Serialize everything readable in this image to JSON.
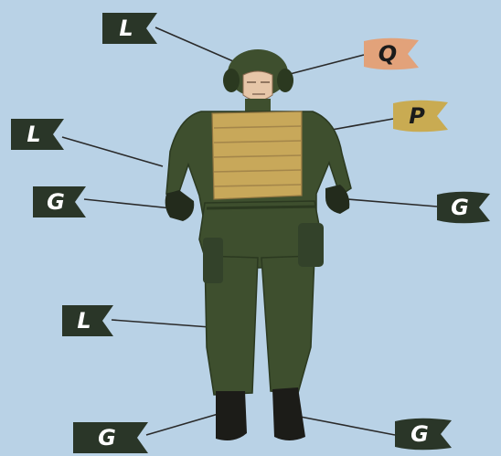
{
  "colors": {
    "background": "#b9d2e6",
    "uniform": "#3e4f2e",
    "uniform_shadow": "#2b3920",
    "vest": "#c8a85a",
    "vest_line": "#a4864a",
    "flag_dark": "#2a3628",
    "flag_Q": "#e2a27a",
    "flag_P": "#c9ab52",
    "leader_line": "#2a2a2a",
    "skin": "#e6c6a8"
  },
  "figure": {
    "description_label": ""
  },
  "flags": [
    {
      "id": "head-left-L",
      "letter": "L",
      "color_key": "flag_dark",
      "text_color": "#ffffff"
    },
    {
      "id": "face-Q",
      "letter": "Q",
      "color_key": "flag_Q",
      "text_color": "#1b1b1b"
    },
    {
      "id": "vest-P",
      "letter": "P",
      "color_key": "flag_P",
      "text_color": "#1b1b1b"
    },
    {
      "id": "sleeve-L",
      "letter": "L",
      "color_key": "flag_dark",
      "text_color": "#ffffff"
    },
    {
      "id": "glove-left-G",
      "letter": "G",
      "color_key": "flag_dark",
      "text_color": "#ffffff"
    },
    {
      "id": "glove-right-G",
      "letter": "G",
      "color_key": "flag_dark",
      "text_color": "#ffffff"
    },
    {
      "id": "pants-L",
      "letter": "L",
      "color_key": "flag_dark",
      "text_color": "#ffffff"
    },
    {
      "id": "boot-left-G",
      "letter": "G",
      "color_key": "flag_dark",
      "text_color": "#ffffff"
    },
    {
      "id": "boot-right-G",
      "letter": "G",
      "color_key": "flag_dark",
      "text_color": "#ffffff"
    }
  ]
}
